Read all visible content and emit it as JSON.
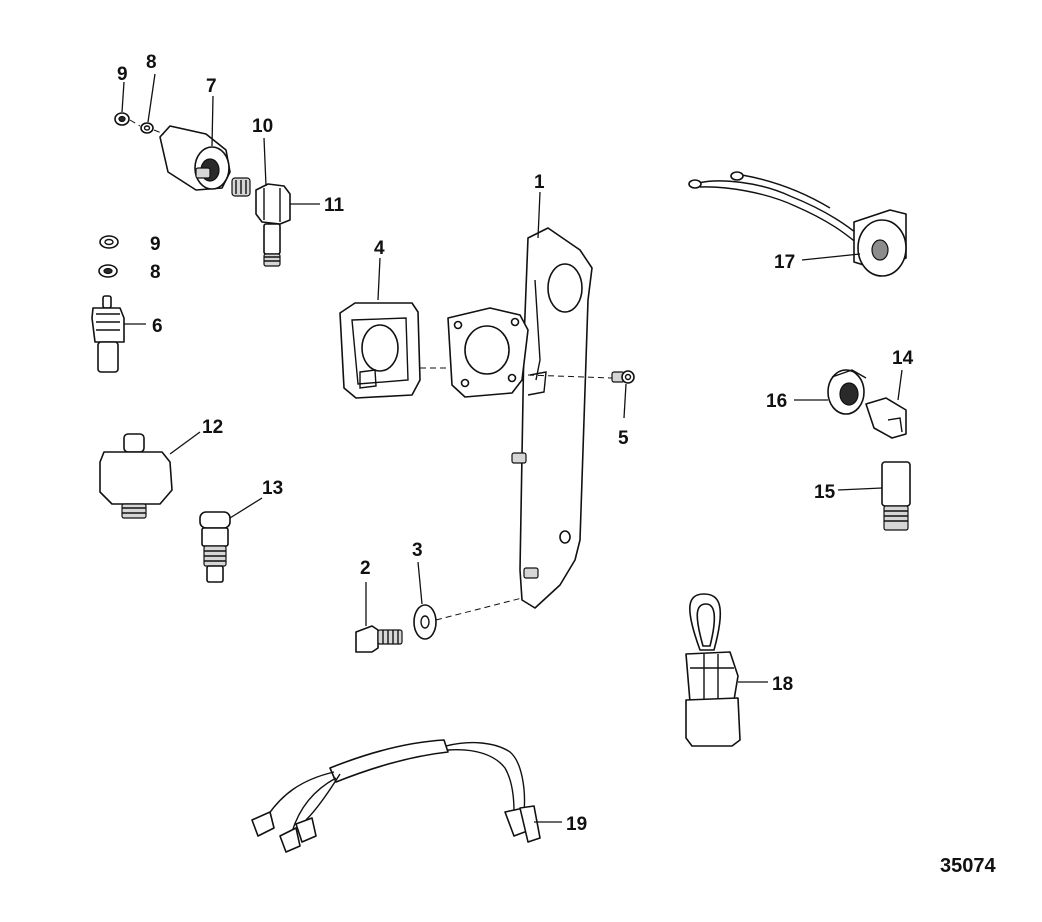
{
  "callouts": {
    "c1": "1",
    "c2": "2",
    "c3": "3",
    "c4": "4",
    "c5": "5",
    "c6": "6",
    "c7": "7",
    "c8a": "8",
    "c8b": "8",
    "c9a": "9",
    "c9b": "9",
    "c10": "10",
    "c11": "11",
    "c12": "12",
    "c13": "13",
    "c14": "14",
    "c15": "15",
    "c16": "16",
    "c17": "17",
    "c18": "18",
    "c19": "19"
  },
  "figure_id": "35074"
}
